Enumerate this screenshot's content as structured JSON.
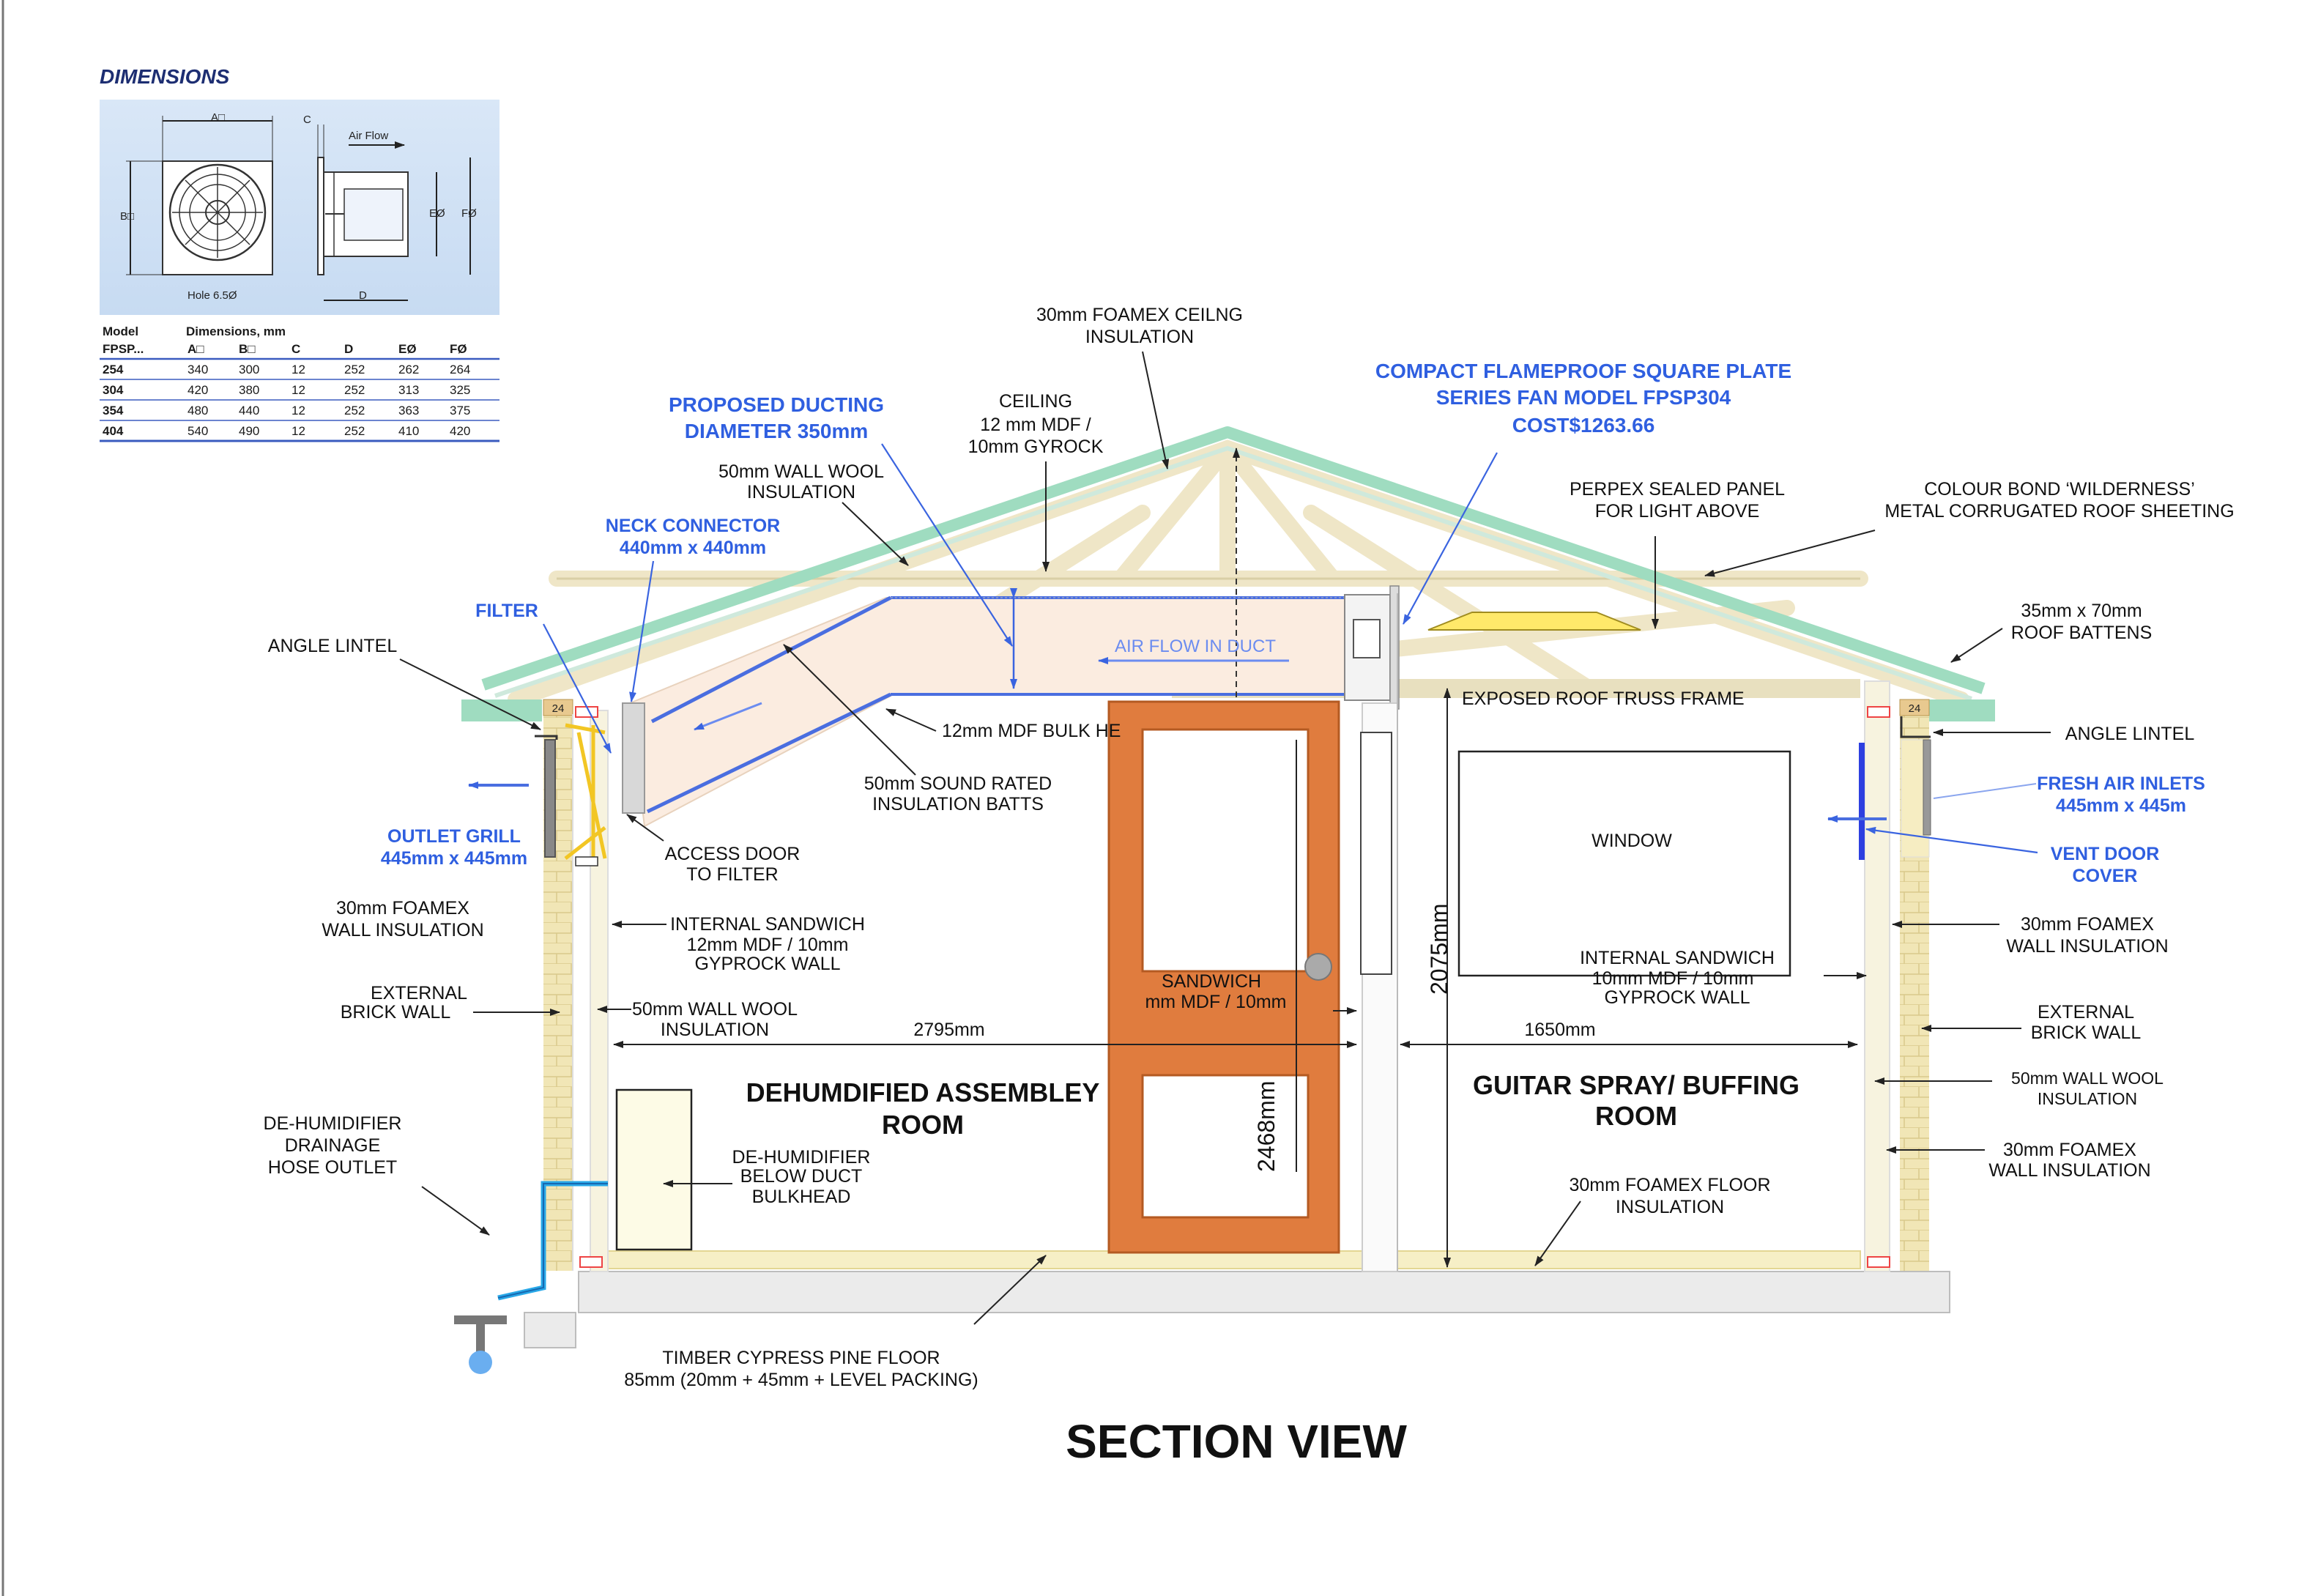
{
  "title": "SECTION VIEW",
  "dimensions_panel": {
    "heading": "DIMENSIONS",
    "air_flow": "Air Flow",
    "hole": "Hole 6.5Ø",
    "letter_a": "A□",
    "letter_b": "B□",
    "letter_c": "C",
    "letter_d": "D",
    "letter_e": "EØ",
    "letter_f": "FØ",
    "table": {
      "col_model_1": "Model",
      "col_model_2": "FPSP...",
      "col_dims": "Dimensions, mm",
      "headers": [
        "A□",
        "B□",
        "C",
        "D",
        "EØ",
        "FØ"
      ],
      "rows": [
        [
          "254",
          "340",
          "300",
          "12",
          "252",
          "262",
          "264"
        ],
        [
          "304",
          "420",
          "380",
          "12",
          "252",
          "313",
          "325"
        ],
        [
          "354",
          "480",
          "440",
          "12",
          "252",
          "363",
          "375"
        ],
        [
          "404",
          "540",
          "490",
          "12",
          "252",
          "410",
          "420"
        ]
      ]
    }
  },
  "labels": {
    "foamex_ceiling_1": "30mm FOAMEX CEILNG",
    "foamex_ceiling_2": "INSULATION",
    "ceiling_1": "CEILING",
    "ceiling_2": "12 mm MDF /",
    "ceiling_3": "10mm GYROCK",
    "wall_wool_top_1": "50mm WALL WOOL",
    "wall_wool_top_2": "INSULATION",
    "perpex_1": "PERPEX SEALED PANEL",
    "perpex_2": "FOR LIGHT ABOVE",
    "colour_bond_1": "COLOUR BOND ‘WILDERNESS’",
    "colour_bond_2": "METAL CORRUGATED ROOF SHEETING",
    "battens_1": "35mm x 70mm",
    "battens_2": "ROOF BATTENS",
    "angle_lintel_left": "ANGLE LINTEL",
    "angle_lintel_right": "ANGLE LINTEL",
    "exposed_truss": "EXPOSED ROOF TRUSS FRAME",
    "bulkhead": "12mm MDF BULK HE",
    "sound_batts_1": "50mm SOUND RATED",
    "sound_batts_2": "INSULATION BATTS",
    "access_door_1": "ACCESS DOOR",
    "access_door_2": "TO FILTER",
    "foamex_wall_left_1": "30mm FOAMEX",
    "foamex_wall_left_2": "WALL INSULATION",
    "internal_left_1": "INTERNAL SANDWICH",
    "internal_left_2": "12mm MDF / 10mm",
    "internal_left_3": "GYPROCK WALL",
    "external_left_1": "EXTERNAL",
    "external_left_2": "BRICK WALL",
    "wall_wool_left_1": "50mm WALL WOOL",
    "wall_wool_left_2": "INSULATION",
    "sandwich_mid_1": "SANDWICH",
    "sandwich_mid_2": "mm MDF / 10mm",
    "window": "WINDOW",
    "internal_right_1": "INTERNAL SANDWICH",
    "internal_right_2": "10mm MDF / 10mm",
    "internal_right_3": "GYPROCK WALL",
    "foamex_wall_right_top_1": "30mm FOAMEX",
    "foamex_wall_right_top_2": "WALL INSULATION",
    "external_right_1": "EXTERNAL",
    "external_right_2": "BRICK WALL",
    "wall_wool_right_1": "50mm WALL WOOL",
    "wall_wool_right_2": "INSULATION",
    "foamex_wall_right_bot_1": "30mm FOAMEX",
    "foamex_wall_right_bot_2": "WALL INSULATION",
    "dehum_hose_1": "DE-HUMIDIFIER",
    "dehum_hose_2": "DRAINAGE",
    "dehum_hose_3": "HOSE OUTLET",
    "dehum_below_1": "DE-HUMIDIFIER",
    "dehum_below_2": "BELOW DUCT",
    "dehum_below_3": "BULKHEAD",
    "foamex_floor_1": "30mm FOAMEX FLOOR",
    "foamex_floor_2": "INSULATION",
    "timber_floor_1": "TIMBER CYPRESS PINE FLOOR",
    "timber_floor_2": "85mm (20mm + 45mm + LEVEL PACKING)",
    "room_left_1": "DEHUMDIFIED ASSEMBLEY",
    "room_left_2": "ROOM",
    "room_right_1": "GUITAR SPRAY/ BUFFING",
    "room_right_2": "ROOM",
    "air_flow_duct": "AIR FLOW IN DUCT",
    "brick_tag_left": "24",
    "brick_tag_right": "24"
  },
  "blue_labels": {
    "ducting_1": "PROPOSED DUCTING",
    "ducting_2": "DIAMETER 350mm",
    "fan_1": "COMPACT FLAMEPROOF SQUARE PLATE",
    "fan_2": "SERIES FAN MODEL FPSP304",
    "fan_3": "COST$1263.66",
    "neck_1": "NECK CONNECTOR",
    "neck_2": "440mm x 440mm",
    "filter": "FILTER",
    "outlet_1": "OUTLET GRILL",
    "outlet_2": "445mm x 445mm",
    "fresh_1": "FRESH AIR INLETS",
    "fresh_2": "445mm x 445m",
    "vent_1": "VENT DOOR",
    "vent_2": "COVER"
  },
  "dimensions": {
    "left_room_width": "2795mm",
    "right_room_width": "1650mm",
    "door_height": "2468mm",
    "wall_height": "2075mm"
  },
  "colors": {
    "roof": "#9fdcc0",
    "truss": "#eee5c8",
    "brick": "#f1e6b6",
    "door": "#e07c3e",
    "duct_blue": "#4a6ee0",
    "hose_blue": "#29a8e8",
    "accent_blue": "#2f5fe0"
  }
}
